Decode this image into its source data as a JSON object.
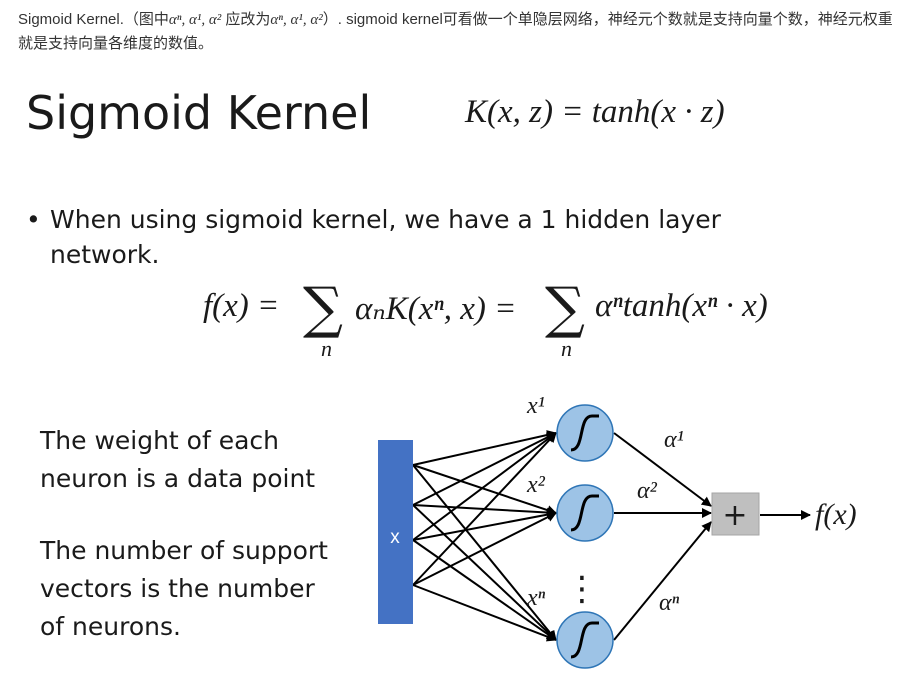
{
  "note": {
    "prefix": "Sigmoid Kernel.（图中",
    "alpha_list_old": "αⁿ, α¹, α²",
    "middle": " 应改为",
    "alpha_list_new": "αⁿ, α¹, α²",
    "suffix": "）. sigmoid kernel可看做一个单隐层网络，神经元个数就是支持向量个数，神经元权重就是支持向量各维度的数值。"
  },
  "slide": {
    "title": "Sigmoid Kernel",
    "kernel_equation": "K(x, z) = tanh(x · z)",
    "bullet": "When using sigmoid kernel, we have a 1 hidden layer network.",
    "fx_lhs": "f(x) =",
    "fx_sum_symbol": "∑",
    "fx_sum_index": "n",
    "fx_term1": "αₙK(xⁿ, x) =",
    "fx_term2": "αⁿtanh(xⁿ · x)",
    "weight_text_line1": "The weight of each",
    "weight_text_line2": "neuron is a data point",
    "support_text_line1": "The number of support",
    "support_text_line2": "vectors is the number",
    "support_text_line3": "of neurons."
  },
  "network": {
    "input_label": "x",
    "input_color": "#4472c4",
    "neuron_color": "#9dc3e6",
    "neuron_labels": [
      "x¹",
      "x²",
      "xⁿ"
    ],
    "weight_labels": [
      "α¹",
      "α²",
      "αⁿ"
    ],
    "sum_symbol": "+",
    "output_label": "f(x)",
    "ellipsis": "⋮",
    "sigmoid_icon": "sigmoid-curve-icon"
  }
}
